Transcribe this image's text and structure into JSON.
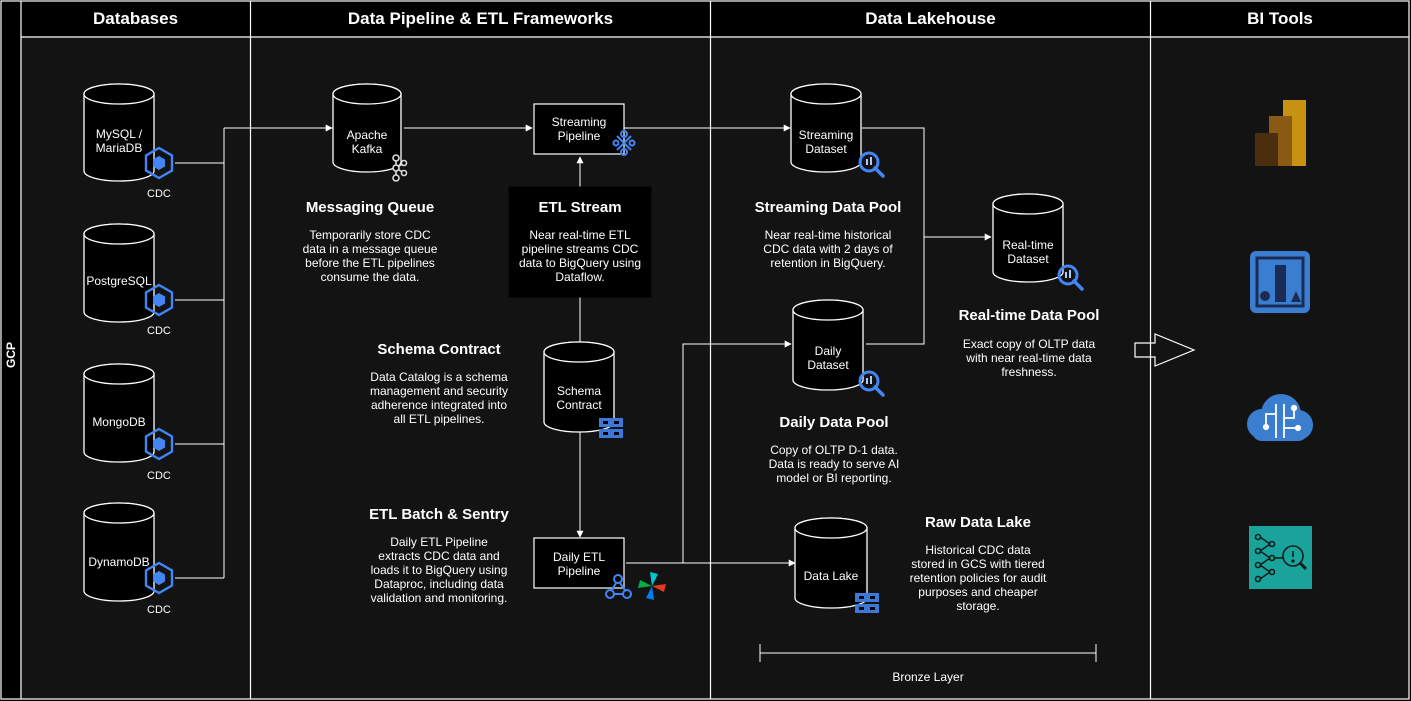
{
  "side_label": "GCP",
  "lanes": [
    "Databases",
    "Data Pipeline & ETL Frameworks",
    "Data Lakehouse",
    "BI Tools"
  ],
  "databases": [
    {
      "label": "MySQL /\nMariaDB",
      "cdc": "CDC"
    },
    {
      "label": "PostgreSQL",
      "cdc": "CDC"
    },
    {
      "label": "MongoDB",
      "cdc": "CDC"
    },
    {
      "label": "DynamoDB",
      "cdc": "CDC"
    }
  ],
  "pipeline": {
    "kafka": "Apache\nKafka",
    "messaging": {
      "title": "Messaging Queue",
      "desc": "Temporarily store CDC\ndata in a message queue\nbefore the ETL pipelines\nconsume the data."
    },
    "streaming_pipeline": "Streaming\nPipeline",
    "etl_stream": {
      "title": "ETL Stream",
      "desc": "Near real-time ETL\npipeline streams CDC\ndata to BigQuery using\nDataflow."
    },
    "schema_contract_db": "Schema\nContract",
    "schema_contract": {
      "title": "Schema Contract",
      "desc": "Data Catalog is a schema\nmanagement and security\nadherence integrated into\nall ETL pipelines."
    },
    "etl_batch": {
      "title": "ETL Batch & Sentry",
      "desc": "Daily ETL Pipeline\nextracts CDC data and\nloads it to BigQuery using\nDataproc, including data\nvalidation and monitoring."
    },
    "daily_pipeline": "Daily ETL\nPipeline"
  },
  "lakehouse": {
    "streaming_dataset": "Streaming\nDataset",
    "streaming_pool": {
      "title": "Streaming Data Pool",
      "desc": "Near real-time historical\nCDC data with 2 days of\nretention in BigQuery."
    },
    "realtime_dataset": "Real-time\nDataset",
    "realtime_pool": {
      "title": "Real-time Data Pool",
      "desc": "Exact copy of OLTP data\nwith near real-time data\nfreshness."
    },
    "daily_dataset": "Daily\nDataset",
    "daily_pool": {
      "title": "Daily Data Pool",
      "desc": "Copy of OLTP D-1 data.\nData is ready to serve AI\nmodel or BI reporting."
    },
    "data_lake": "Data Lake",
    "raw_lake": {
      "title": "Raw Data Lake",
      "desc": "Historical CDC data\nstored in GCS with tiered\nretention policies for audit\npurposes and cheaper\nstorage."
    },
    "bronze_layer": "Bronze Layer"
  },
  "bi_tools": {
    "icons": [
      "power-bi-icon",
      "looker-studio-icon",
      "cloud-ai-icon",
      "ai-model-icon"
    ]
  },
  "colors": {
    "background": "#000000",
    "panel": "#131313",
    "border": "#ffffff",
    "gcp_blue": "#4285f4",
    "power_bi_gold": "#f2c811",
    "looker_blue": "#3b7ed0",
    "ai_teal": "#1aa39a"
  }
}
